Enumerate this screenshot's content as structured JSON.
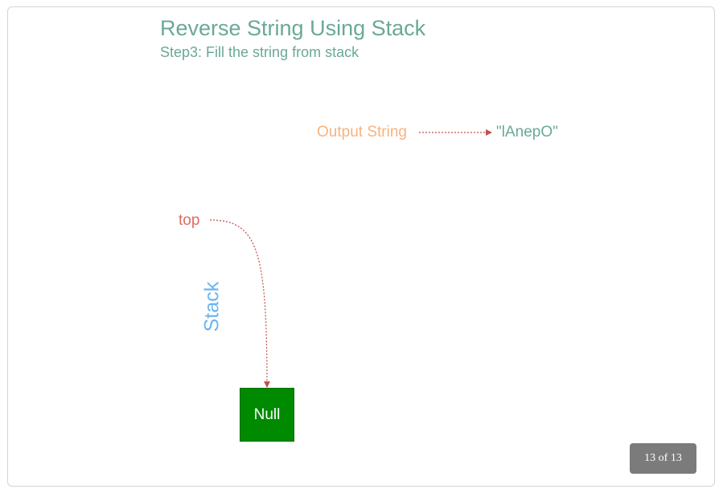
{
  "title": "Reverse String Using Stack",
  "subtitle": "Step3: Fill the string from stack",
  "output": {
    "label": "Output String",
    "value": "\"lAnepO\""
  },
  "stack": {
    "label": "Stack",
    "top_label": "top",
    "items": [
      "Null"
    ]
  },
  "navigation": {
    "counter": "13 of 13"
  },
  "colors": {
    "title": "#6aa898",
    "output_label": "#f6b37f",
    "top_label": "#e06b5f",
    "stack_label": "#6cb4f0",
    "null_box": "#008a00",
    "arrow": "#c0504d",
    "counter_bg": "#7b7b7b"
  }
}
